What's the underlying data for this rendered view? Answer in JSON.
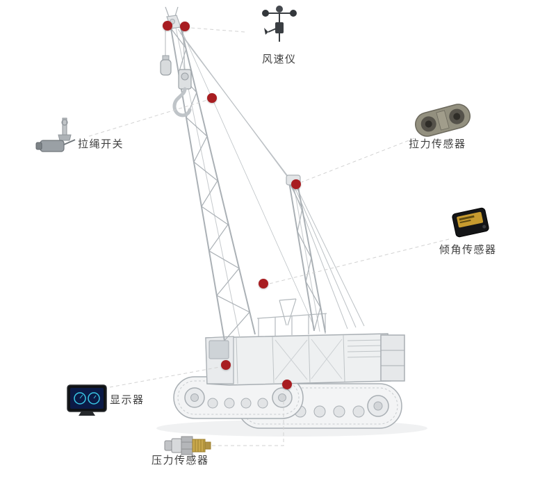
{
  "diagram": {
    "sensors": {
      "anemometer": {
        "label": "风速仪",
        "icon": "anemometer-icon"
      },
      "pull_rope_switch": {
        "label": "拉绳开关",
        "icon": "pull-rope-switch-icon"
      },
      "tension_sensor": {
        "label": "拉力传感器",
        "icon": "tension-sensor-icon"
      },
      "tilt_sensor": {
        "label": "倾角传感器",
        "icon": "tilt-sensor-icon"
      },
      "display": {
        "label": "显示器",
        "icon": "display-icon"
      },
      "pressure_sensor": {
        "label": "压力传感器",
        "icon": "pressure-sensor-icon"
      }
    },
    "colors": {
      "marker": "#a81d21",
      "connector": "#d2d2d2",
      "crane_outline": "#a8aeb3",
      "background": "#ffffff"
    }
  }
}
